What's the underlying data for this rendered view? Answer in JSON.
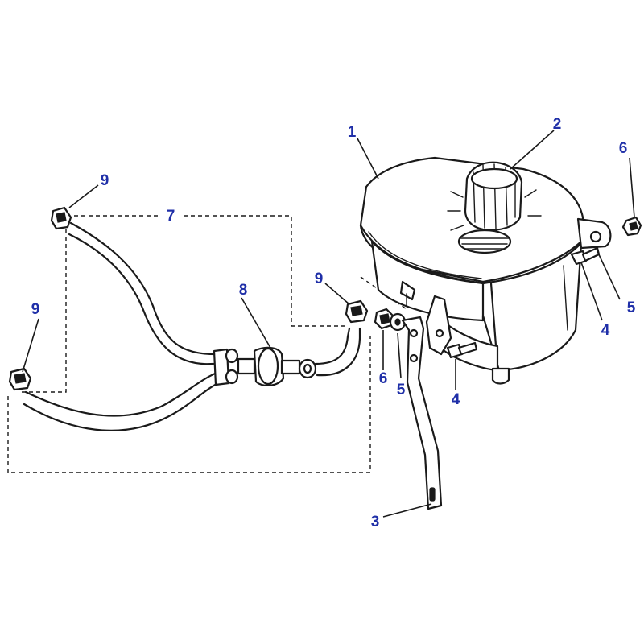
{
  "diagram": {
    "ink_color": "#1a1a1a",
    "callout_color": "#1f2fa8",
    "callouts": [
      {
        "id": "c1",
        "label": "1"
      },
      {
        "id": "c2",
        "label": "2"
      },
      {
        "id": "c6a",
        "label": "6"
      },
      {
        "id": "c9a",
        "label": "9"
      },
      {
        "id": "c7",
        "label": "7"
      },
      {
        "id": "c9b",
        "label": "9"
      },
      {
        "id": "c8",
        "label": "8"
      },
      {
        "id": "c5a",
        "label": "5"
      },
      {
        "id": "c4a",
        "label": "4"
      },
      {
        "id": "c9c",
        "label": "9"
      },
      {
        "id": "c6b",
        "label": "6"
      },
      {
        "id": "c5b",
        "label": "5"
      },
      {
        "id": "c4b",
        "label": "4"
      },
      {
        "id": "c3",
        "label": "3"
      }
    ]
  }
}
